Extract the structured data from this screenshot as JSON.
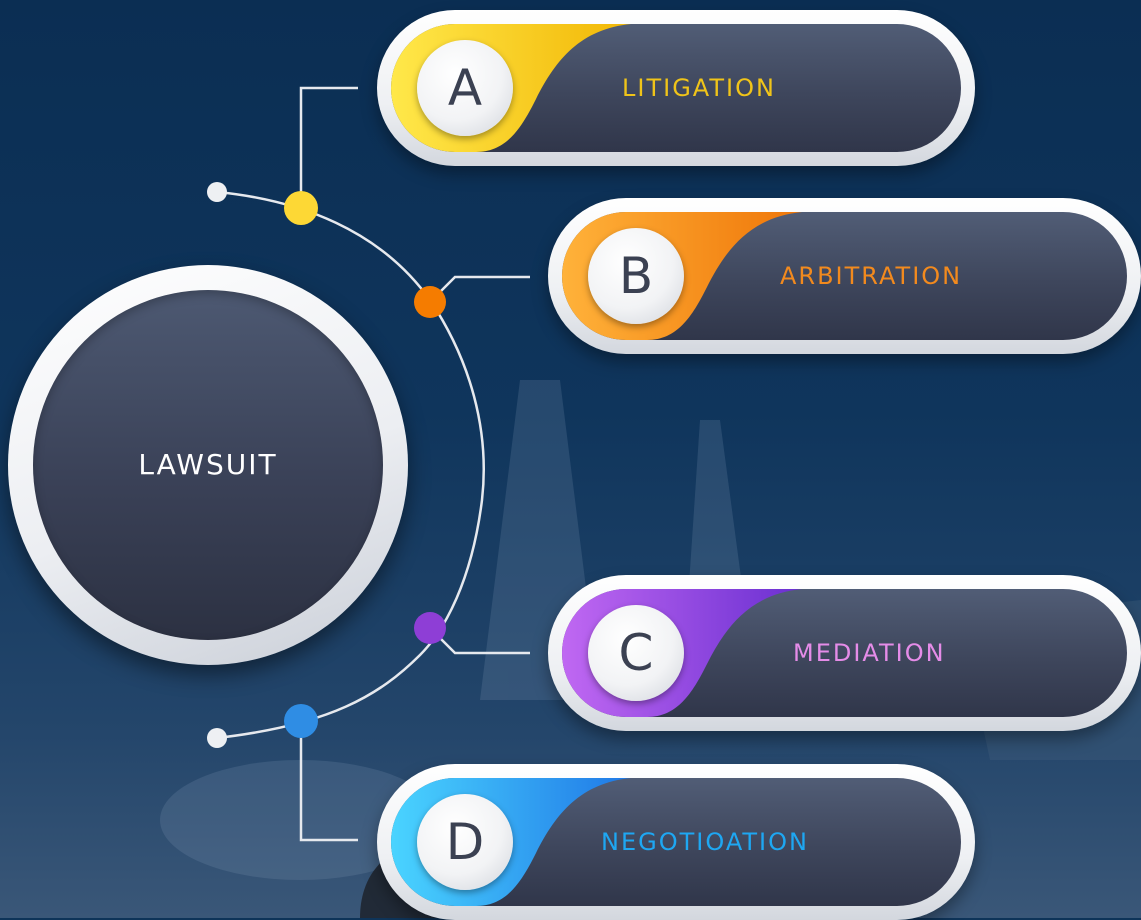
{
  "center": {
    "label": "LAWSUIT"
  },
  "items": [
    {
      "letter": "A",
      "label": "LITIGATION",
      "label_color": "#f0c419",
      "wave_from": "#ffe84a",
      "wave_to": "#f2b705",
      "dot": "#fdd835"
    },
    {
      "letter": "B",
      "label": "ARBITRATION",
      "label_color": "#f28a1e",
      "wave_from": "#ffb23a",
      "wave_to": "#ef7608",
      "dot": "#f57c00"
    },
    {
      "letter": "C",
      "label": "MEDIATION",
      "label_color": "#e58ce8",
      "wave_from": "#c068f2",
      "wave_to": "#6a2fd1",
      "dot": "#8e3ed6"
    },
    {
      "letter": "D",
      "label": "NEGOTIOATION",
      "label_color": "#1ea7f2",
      "wave_from": "#4ad4ff",
      "wave_to": "#1f78e6",
      "dot": "#2f8de4"
    }
  ],
  "colors": {
    "background": "#0e3459",
    "connector": "#e6e9ee",
    "endpoint": "#eef0f3"
  }
}
